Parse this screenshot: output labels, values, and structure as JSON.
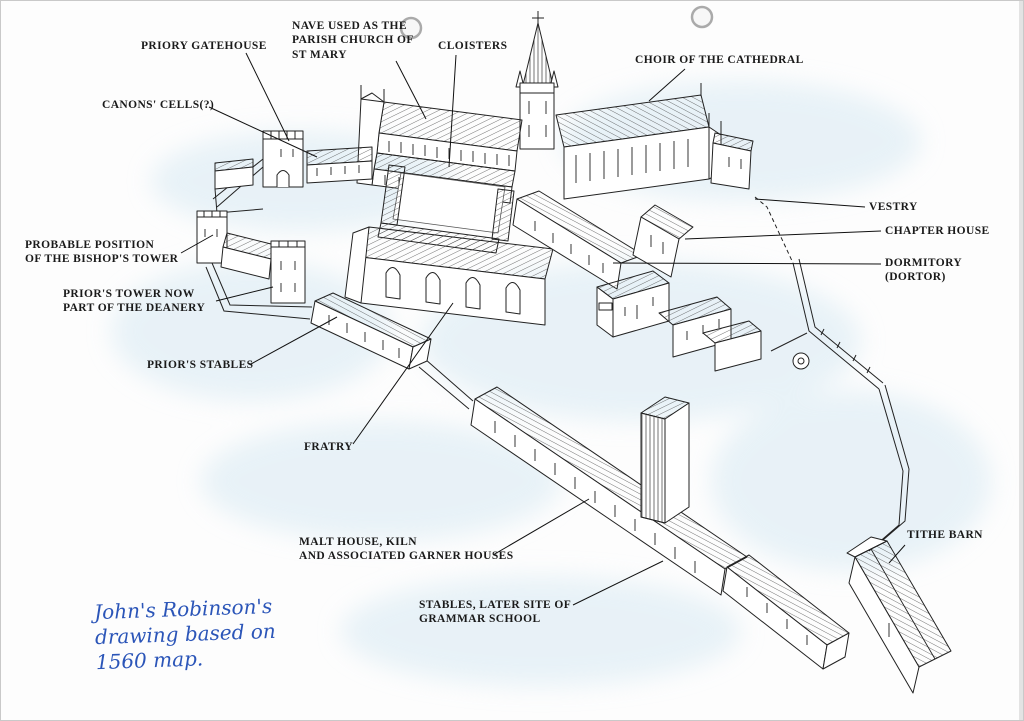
{
  "document": {
    "type": "scanned isometric drawing of a cathedral priory precinct",
    "annotation": {
      "handwritten_note": "John's Robinson's\ndrawing based on\n1560 map."
    }
  },
  "labels": {
    "priory_gatehouse": "PRIORY GATEHOUSE",
    "nave_parish_church": "NAVE USED AS THE\nPARISH CHURCH OF\nST MARY",
    "cloisters": "CLOISTERS",
    "choir": "CHOIR OF THE CATHEDRAL",
    "canons_cells": "CANONS' CELLS(?)",
    "vestry": "VESTRY",
    "chapter_house": "CHAPTER HOUSE",
    "dormitory": "DORMITORY\n(DORTOR)",
    "bishops_tower": "PROBABLE POSITION\nOF THE BISHOP'S TOWER",
    "priors_tower": "PRIOR'S TOWER NOW\nPART OF THE DEANERY",
    "priors_stables": "PRIOR'S STABLES",
    "fratry": "FRATRY",
    "malt_house": "MALT HOUSE, KILN\nAND ASSOCIATED GARNER HOUSES",
    "stables_grammar_school": "STABLES, LATER SITE OF\nGRAMMAR SCHOOL",
    "tithe_barn": "TITHE BARN"
  },
  "colors": {
    "ink": "#1a1a1a",
    "handwriting": "#2b55b8",
    "wash": "#d7e9f3",
    "paper": "#fdfdfd"
  }
}
